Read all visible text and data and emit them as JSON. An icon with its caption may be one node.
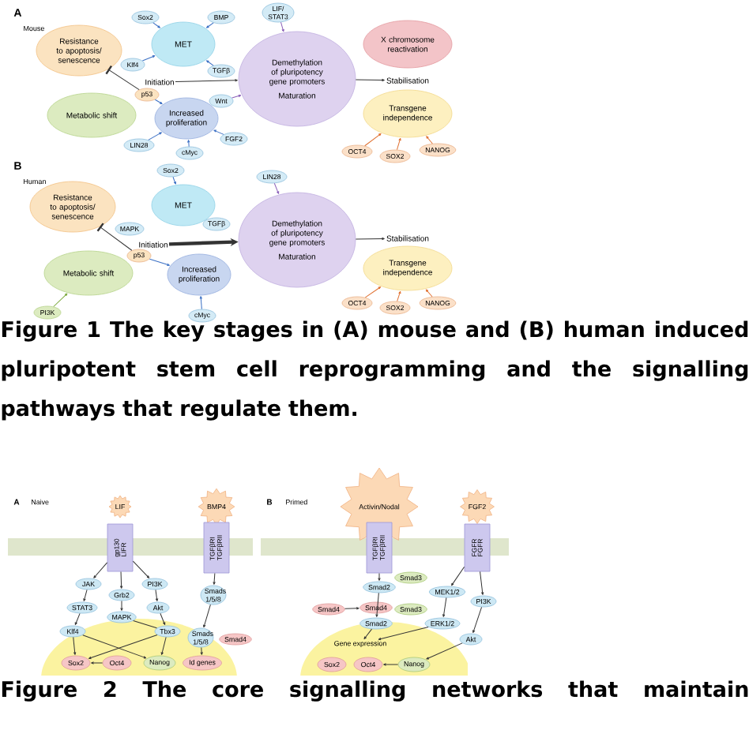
{
  "diagram": {
    "nodes": [
      {
        "text": [
          "Resistance to apoptosis/ senescence"
        ]
      },
      {
        "text": [
          "MET"
        ]
      },
      {
        "text": [
          "Sox2"
        ]
      },
      {
        "text": [
          "BMP"
        ]
      },
      {
        "text": [
          "Klf4"
        ]
      },
      {
        "text": [
          "TGFβ"
        ]
      },
      {
        "text": [
          "LIF/ STAT3"
        ]
      },
      {
        "text": [
          "Demethylation of pluripotency gene promoters",
          "Maturation"
        ]
      },
      {
        "text": [
          "Metabolic shift"
        ]
      },
      {
        "text": [
          "p53"
        ]
      },
      {
        "text": [
          "Increased proliferation"
        ]
      },
      {
        "text": [
          "Wnt"
        ]
      },
      {
        "text": [
          "LIN28"
        ]
      },
      {
        "text": [
          "cMyc"
        ]
      },
      {
        "text": [
          "FGF2"
        ]
      },
      {
        "text": [
          "X chromosome reactivation"
        ]
      },
      {
        "text": [
          "Transgene independence"
        ]
      },
      {
        "text": [
          "OCT4"
        ]
      },
      {
        "text": [
          "SOX2"
        ]
      },
      {
        "text": [
          "NANOG"
        ]
      },
      {
        "text": [
          "Sox2"
        ]
      },
      {
        "text": [
          "LIN28"
        ]
      },
      {
        "text": [
          "Resistance to apoptosis/ senescence"
        ]
      },
      {
        "text": [
          "MET"
        ]
      },
      {
        "text": [
          "MAPK"
        ]
      },
      {
        "text": [
          "TGFβ"
        ]
      },
      {
        "text": [
          "Demethylation of pluripotency gene promoters",
          "Maturation"
        ]
      },
      {
        "text": [
          "p53"
        ]
      },
      {
        "text": [
          "Metabolic shift"
        ]
      },
      {
        "text": [
          "Increased proliferation"
        ]
      },
      {
        "text": [
          "PI3K"
        ]
      },
      {
        "text": [
          "cMyc"
        ]
      },
      {
        "text": [
          "Transgene independence"
        ]
      },
      {
        "text": [
          "OCT4"
        ]
      },
      {
        "text": [
          "SOX2"
        ]
      },
      {
        "text": [
          "NANOG"
        ]
      },
      {
        "text": [
          "LIF"
        ]
      },
      {
        "text": [
          "gp130",
          "LIFR"
        ]
      },
      {
        "text": [
          "BMP4"
        ]
      },
      {
        "text": [
          "TGFβRI",
          "TGFβRII"
        ]
      },
      {
        "text": [
          "JAK"
        ]
      },
      {
        "text": [
          "Grb2"
        ]
      },
      {
        "text": [
          "PI3K"
        ]
      },
      {
        "text": [
          "STAT3"
        ]
      },
      {
        "text": [
          "MAPK"
        ]
      },
      {
        "text": [
          "Akt"
        ]
      },
      {
        "text": [
          "Klf4"
        ]
      },
      {
        "text": [
          "Tbx3"
        ]
      },
      {
        "text": [
          "Smads 1/5/8"
        ]
      },
      {
        "text": [
          "Smads 1/5/8"
        ]
      },
      {
        "text": [
          "Smad4"
        ]
      },
      {
        "text": [
          "Sox2"
        ]
      },
      {
        "text": [
          "Oct4"
        ]
      },
      {
        "text": [
          "Nanog"
        ]
      },
      {
        "text": [
          "Id genes"
        ]
      },
      {
        "text": [
          "Activin/Nodal"
        ]
      },
      {
        "text": [
          "TGFβRI",
          "TGFβRII"
        ]
      },
      {
        "text": [
          "FGF2"
        ]
      },
      {
        "text": [
          "FGFR",
          "FGFR"
        ]
      },
      {
        "text": [
          "Smad3"
        ]
      },
      {
        "text": [
          "Smad2"
        ]
      },
      {
        "text": [
          "Smad4"
        ]
      },
      {
        "text": [
          "Smad4"
        ]
      },
      {
        "text": [
          "Smad3"
        ]
      },
      {
        "text": [
          "Smad2"
        ]
      },
      {
        "text": [
          "MEK1/2"
        ]
      },
      {
        "text": [
          "PI3K"
        ]
      },
      {
        "text": [
          "ERK1/2"
        ]
      },
      {
        "text": [
          "Akt"
        ]
      },
      {
        "text": [
          "Gene expression"
        ]
      },
      {
        "text": [
          "Sox2"
        ]
      },
      {
        "text": [
          "Oct4"
        ]
      },
      {
        "text": [
          "Nanog"
        ]
      },
      {
        "text": [
          "Initiation"
        ]
      },
      {
        "text": [
          "Stabilisation"
        ]
      },
      {
        "text": [
          "Initiation"
        ]
      },
      {
        "text": [
          "Stabilisation"
        ]
      }
    ],
    "edges": [
      {
        "from": 2,
        "to": 1,
        "arrow": "to",
        "color": "#3a6fc4"
      },
      {
        "from": 3,
        "to": 1,
        "arrow": "to",
        "color": "#3a6fc4"
      },
      {
        "from": 4,
        "to": 1,
        "arrow": "to",
        "color": "#3a6fc4"
      },
      {
        "from": 5,
        "to": 1,
        "arrow": "to",
        "color": "#3a6fc4"
      },
      {
        "from": 9,
        "to": 0,
        "arrow": "other"
      },
      {
        "from": 9,
        "to": 10,
        "arrow": "to",
        "color": "#3a6fc4"
      },
      {
        "from": 12,
        "to": 10,
        "arrow": "to",
        "color": "#3a6fc4"
      },
      {
        "from": 13,
        "to": 10,
        "arrow": "to",
        "color": "#3a6fc4"
      },
      {
        "from": 14,
        "to": 10,
        "arrow": "to",
        "color": "#3a6fc4"
      },
      {
        "from": 11,
        "to": 7,
        "arrow": "to",
        "color": "#8a5fb8"
      },
      {
        "from": 6,
        "to": 7,
        "arrow": "to",
        "color": "#8a5fb8"
      },
      {
        "from": 73,
        "to": 7,
        "arrow": "to"
      },
      {
        "from": 7,
        "to": 74,
        "arrow": "to"
      },
      {
        "from": 17,
        "to": 16,
        "arrow": "to",
        "color": "#e07030"
      },
      {
        "from": 18,
        "to": 16,
        "arrow": "to",
        "color": "#e07030"
      },
      {
        "from": 19,
        "to": 16,
        "arrow": "to",
        "color": "#e07030"
      },
      {
        "from": 20,
        "to": 23,
        "arrow": "to",
        "color": "#3a6fc4"
      },
      {
        "from": 21,
        "to": 26,
        "arrow": "to",
        "color": "#8a5fb8"
      },
      {
        "from": 27,
        "to": 22,
        "arrow": "other"
      },
      {
        "from": 27,
        "to": 29,
        "arrow": "to",
        "color": "#3a6fc4"
      },
      {
        "from": 30,
        "to": 28,
        "arrow": "to",
        "color": "#7aa83a"
      },
      {
        "from": 31,
        "to": 29,
        "arrow": "to",
        "color": "#3a6fc4"
      },
      {
        "from": 75,
        "to": 26,
        "arrow": "to",
        "style": "thick"
      },
      {
        "from": 26,
        "to": 76,
        "arrow": "to"
      },
      {
        "from": 33,
        "to": 32,
        "arrow": "to",
        "color": "#e07030"
      },
      {
        "from": 34,
        "to": 32,
        "arrow": "to",
        "color": "#e07030"
      },
      {
        "from": 35,
        "to": 32,
        "arrow": "to",
        "color": "#e07030"
      },
      {
        "from": 37,
        "to": 40,
        "arrow": "to"
      },
      {
        "from": 37,
        "to": 41,
        "arrow": "to"
      },
      {
        "from": 37,
        "to": 42,
        "arrow": "to"
      },
      {
        "from": 40,
        "to": 43,
        "arrow": "to"
      },
      {
        "from": 41,
        "to": 44,
        "arrow": "to"
      },
      {
        "from": 42,
        "to": 45,
        "arrow": "to"
      },
      {
        "from": 43,
        "to": 46,
        "arrow": "to"
      },
      {
        "from": 45,
        "to": 47,
        "arrow": "to"
      },
      {
        "from": 44,
        "to": 47,
        "arrow": "none"
      },
      {
        "from": 46,
        "to": 51,
        "arrow": "to"
      },
      {
        "from": 46,
        "to": 53,
        "arrow": "to"
      },
      {
        "from": 47,
        "to": 51,
        "arrow": "to"
      },
      {
        "from": 47,
        "to": 53,
        "arrow": "to"
      },
      {
        "from": 52,
        "to": 51,
        "arrow": "to"
      },
      {
        "from": 39,
        "to": 48,
        "arrow": "to"
      },
      {
        "from": 48,
        "to": 49,
        "arrow": "to"
      },
      {
        "from": 49,
        "to": 54,
        "arrow": "to"
      },
      {
        "from": 56,
        "to": 60,
        "arrow": "to"
      },
      {
        "from": 60,
        "to": 64,
        "arrow": "to"
      },
      {
        "from": 61,
        "to": 62,
        "arrow": "to"
      },
      {
        "from": 64,
        "to": 69,
        "arrow": "to"
      },
      {
        "from": 58,
        "to": 65,
        "arrow": "to"
      },
      {
        "from": 58,
        "to": 66,
        "arrow": "to"
      },
      {
        "from": 65,
        "to": 67,
        "arrow": "to"
      },
      {
        "from": 67,
        "to": 69,
        "arrow": "to"
      },
      {
        "from": 66,
        "to": 68,
        "arrow": "to"
      },
      {
        "from": 68,
        "to": 72,
        "arrow": "to"
      },
      {
        "from": 72,
        "to": 71,
        "arrow": "to"
      }
    ],
    "labels": [
      "A",
      "Mouse",
      "B",
      "Human",
      "A",
      "Naive",
      "B",
      "Primed",
      "Figure 1 The key stages in (A) mouse and (B) human induced pluripotent stem cell reprogramming and the signalling pathways that regulate them.",
      "Figure 2 The core signalling networks that maintain"
    ]
  }
}
